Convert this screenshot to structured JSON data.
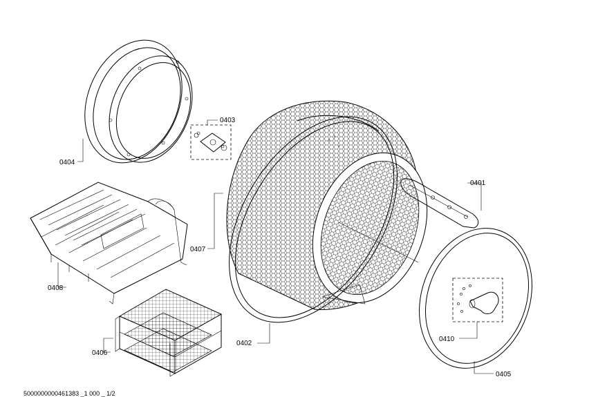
{
  "parts": [
    {
      "id": "p0401",
      "label": "0401"
    },
    {
      "id": "p0402",
      "label": "0402"
    },
    {
      "id": "p0403",
      "label": "0403"
    },
    {
      "id": "p0404",
      "label": "0404"
    },
    {
      "id": "p0405",
      "label": "0405"
    },
    {
      "id": "p0406",
      "label": "0406"
    },
    {
      "id": "p0407",
      "label": "0407"
    },
    {
      "id": "p0408",
      "label": "0408"
    },
    {
      "id": "p0410",
      "label": "0410"
    }
  ],
  "footer": "5000000000461383 _1 000 _ 1/2"
}
